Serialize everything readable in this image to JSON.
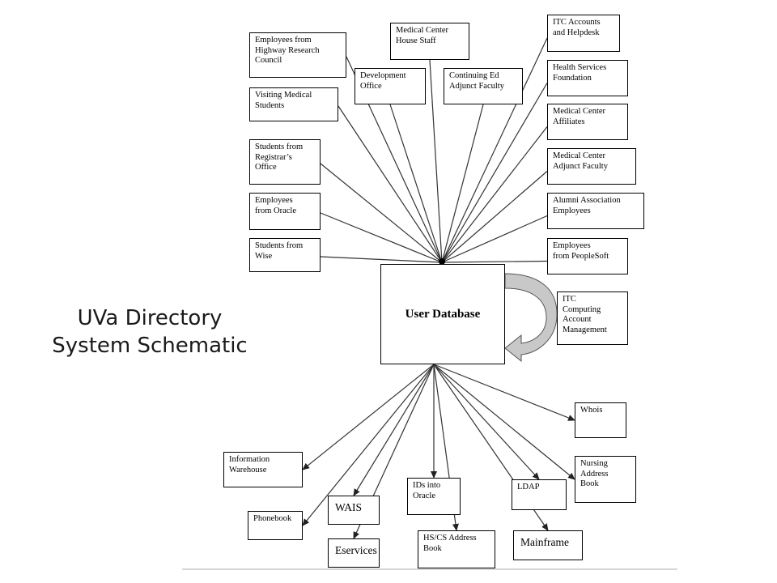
{
  "title": {
    "line1": "UVa Directory",
    "line2": "System Schematic"
  },
  "center": {
    "label": "User Database"
  },
  "inputs": [
    {
      "id": "hrc",
      "label": "Employees from\nHighway Research\nCouncil"
    },
    {
      "id": "vms",
      "label": "Visiting Medical\nStudents"
    },
    {
      "id": "reg",
      "label": "Students from\nRegistrar’s\nOffice"
    },
    {
      "id": "oracle",
      "label": "Employees\nfrom Oracle"
    },
    {
      "id": "wise",
      "label": "Students from\nWise"
    },
    {
      "id": "dev",
      "label": "Development\nOffice"
    },
    {
      "id": "mchs",
      "label": "Medical Center\nHouse Staff"
    },
    {
      "id": "ced",
      "label": "Continuing Ed\nAdjunct Faculty"
    },
    {
      "id": "itca",
      "label": "ITC Accounts\nand Helpdesk"
    },
    {
      "id": "hsf",
      "label": "Health Services\nFoundation"
    },
    {
      "id": "mca",
      "label": "Medical Center\nAffiliates"
    },
    {
      "id": "mcaf",
      "label": "Medical Center\nAdjunct Faculty"
    },
    {
      "id": "alum",
      "label": "Alumni Association\nEmployees"
    },
    {
      "id": "ps",
      "label": "Employees\nfrom PeopleSoft"
    }
  ],
  "loop": {
    "id": "itccam",
    "label": "ITC\nComputing\nAccount\nManagement"
  },
  "outputs": [
    {
      "id": "iw",
      "label": "Information\nWarehouse"
    },
    {
      "id": "phone",
      "label": "Phonebook"
    },
    {
      "id": "wais",
      "label": "WAIS"
    },
    {
      "id": "eserv",
      "label": "Eservices"
    },
    {
      "id": "ids",
      "label": "IDs into\nOracle"
    },
    {
      "id": "hscs",
      "label": "HS/CS Address\nBook"
    },
    {
      "id": "ldap",
      "label": "LDAP"
    },
    {
      "id": "main",
      "label": "Mainframe"
    },
    {
      "id": "whois",
      "label": "Whois"
    },
    {
      "id": "nab",
      "label": "Nursing\nAddress\nBook"
    }
  ]
}
